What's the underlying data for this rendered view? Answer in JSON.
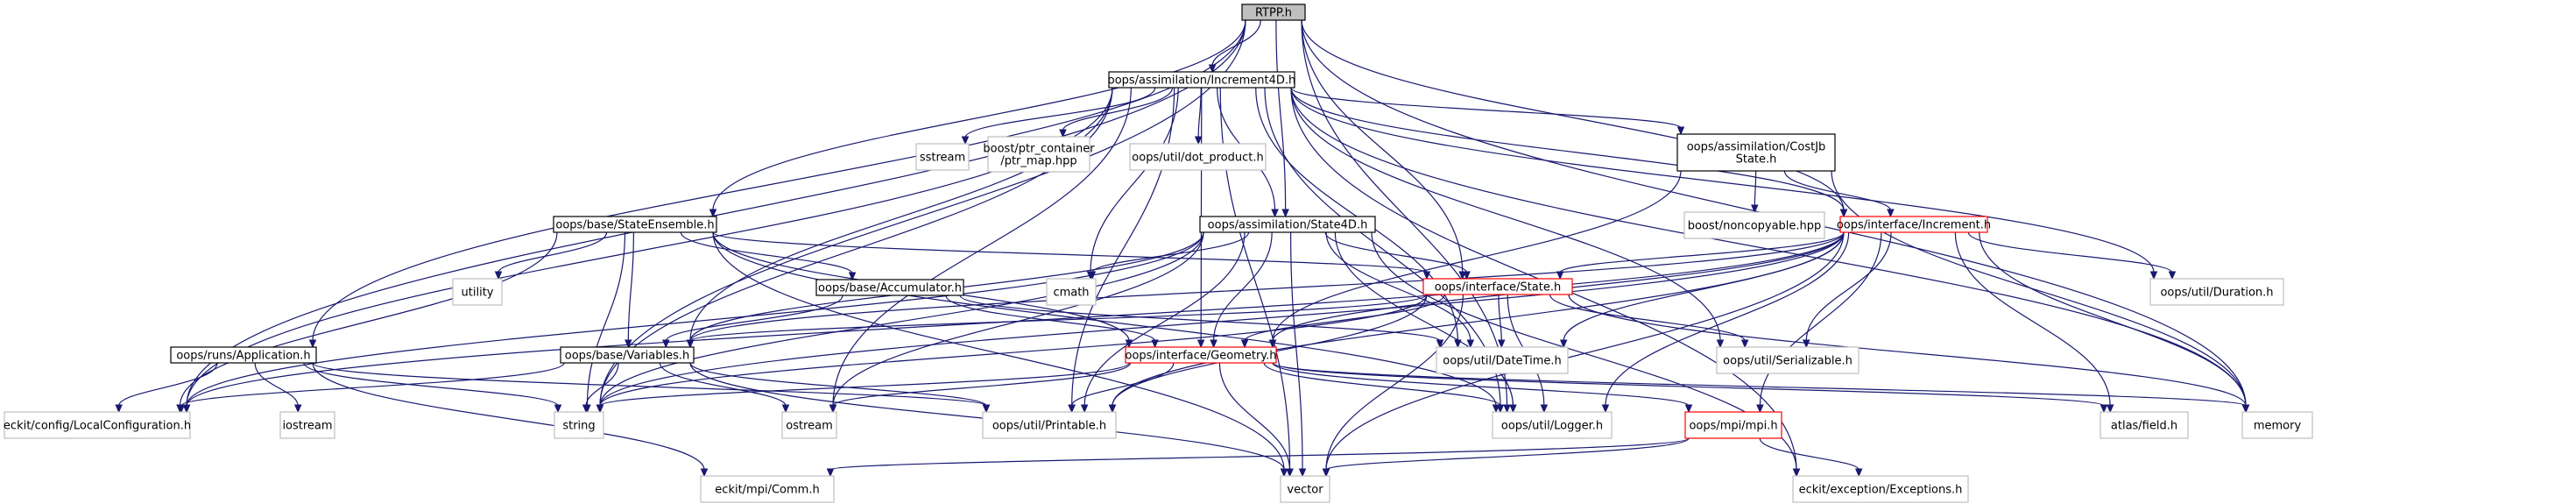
{
  "colors": {
    "edge": "#191970",
    "root_fill": "#bfbfbf",
    "root_stroke": "#000000",
    "defined_stroke": "#000000",
    "external_stroke": "#bfbfbf",
    "truncated_stroke": "#ff0000",
    "text": "#000000"
  },
  "nodes": [
    {
      "id": "rtpp",
      "lines": [
        "RTPP.h"
      ],
      "kind": "root"
    },
    {
      "id": "inc4d",
      "lines": [
        "oops/assimilation/Increment4D.h"
      ],
      "kind": "defined"
    },
    {
      "id": "sstream",
      "lines": [
        "sstream"
      ],
      "kind": "external"
    },
    {
      "id": "ptrmap",
      "lines": [
        "boost/ptr_container",
        "/ptr_map.hpp"
      ],
      "kind": "external"
    },
    {
      "id": "dotprod",
      "lines": [
        "oops/util/dot_product.h"
      ],
      "kind": "external"
    },
    {
      "id": "costjb",
      "lines": [
        "oops/assimilation/CostJb",
        "State.h"
      ],
      "kind": "defined"
    },
    {
      "id": "noncopy",
      "lines": [
        "boost/noncopyable.hpp"
      ],
      "kind": "external"
    },
    {
      "id": "stateens",
      "lines": [
        "oops/base/StateEnsemble.h"
      ],
      "kind": "defined"
    },
    {
      "id": "state4d",
      "lines": [
        "oops/assimilation/State4D.h"
      ],
      "kind": "defined"
    },
    {
      "id": "increment",
      "lines": [
        "oops/interface/Increment.h"
      ],
      "kind": "truncated"
    },
    {
      "id": "utility",
      "lines": [
        "utility"
      ],
      "kind": "external"
    },
    {
      "id": "accum",
      "lines": [
        "oops/base/Accumulator.h"
      ],
      "kind": "defined"
    },
    {
      "id": "cmath",
      "lines": [
        "cmath"
      ],
      "kind": "external"
    },
    {
      "id": "state",
      "lines": [
        "oops/interface/State.h"
      ],
      "kind": "truncated"
    },
    {
      "id": "duration",
      "lines": [
        "oops/util/Duration.h"
      ],
      "kind": "external"
    },
    {
      "id": "variables",
      "lines": [
        "oops/base/Variables.h"
      ],
      "kind": "defined"
    },
    {
      "id": "geometry",
      "lines": [
        "oops/interface/Geometry.h"
      ],
      "kind": "truncated"
    },
    {
      "id": "datetime",
      "lines": [
        "oops/util/DateTime.h"
      ],
      "kind": "external"
    },
    {
      "id": "serial",
      "lines": [
        "oops/util/Serializable.h"
      ],
      "kind": "external"
    },
    {
      "id": "app",
      "lines": [
        "oops/runs/Application.h"
      ],
      "kind": "defined"
    },
    {
      "id": "localconf",
      "lines": [
        "eckit/config/LocalConfiguration.h"
      ],
      "kind": "external"
    },
    {
      "id": "iostream",
      "lines": [
        "iostream"
      ],
      "kind": "external"
    },
    {
      "id": "string",
      "lines": [
        "string"
      ],
      "kind": "external"
    },
    {
      "id": "ostream",
      "lines": [
        "ostream"
      ],
      "kind": "external"
    },
    {
      "id": "printable",
      "lines": [
        "oops/util/Printable.h"
      ],
      "kind": "external"
    },
    {
      "id": "logger",
      "lines": [
        "oops/util/Logger.h"
      ],
      "kind": "external"
    },
    {
      "id": "mpi",
      "lines": [
        "oops/mpi/mpi.h"
      ],
      "kind": "truncated"
    },
    {
      "id": "atlasfield",
      "lines": [
        "atlas/field.h"
      ],
      "kind": "external"
    },
    {
      "id": "memory",
      "lines": [
        "memory"
      ],
      "kind": "external"
    },
    {
      "id": "comm",
      "lines": [
        "eckit/mpi/Comm.h"
      ],
      "kind": "external"
    },
    {
      "id": "vector",
      "lines": [
        "vector"
      ],
      "kind": "external"
    },
    {
      "id": "exceptions",
      "lines": [
        "eckit/exception/Exceptions.h"
      ],
      "kind": "external"
    }
  ],
  "edges": [
    [
      "rtpp",
      "inc4d"
    ],
    [
      "rtpp",
      "stateens"
    ],
    [
      "rtpp",
      "state4d"
    ],
    [
      "rtpp",
      "increment"
    ],
    [
      "rtpp",
      "state"
    ],
    [
      "rtpp",
      "app"
    ],
    [
      "rtpp",
      "localconf"
    ],
    [
      "rtpp",
      "memory"
    ],
    [
      "rtpp",
      "string"
    ],
    [
      "rtpp",
      "logger"
    ],
    [
      "inc4d",
      "sstream"
    ],
    [
      "inc4d",
      "ptrmap"
    ],
    [
      "inc4d",
      "dotprod"
    ],
    [
      "inc4d",
      "costjb"
    ],
    [
      "inc4d",
      "state4d"
    ],
    [
      "inc4d",
      "increment"
    ],
    [
      "inc4d",
      "duration"
    ],
    [
      "inc4d",
      "localconf"
    ],
    [
      "inc4d",
      "variables"
    ],
    [
      "inc4d",
      "geometry"
    ],
    [
      "inc4d",
      "datetime"
    ],
    [
      "inc4d",
      "serial"
    ],
    [
      "inc4d",
      "string"
    ],
    [
      "inc4d",
      "ostream"
    ],
    [
      "inc4d",
      "printable"
    ],
    [
      "inc4d",
      "logger"
    ],
    [
      "inc4d",
      "vector"
    ],
    [
      "inc4d",
      "cmath"
    ],
    [
      "inc4d",
      "memory"
    ],
    [
      "inc4d",
      "exceptions"
    ],
    [
      "costjb",
      "noncopy"
    ],
    [
      "costjb",
      "increment"
    ],
    [
      "costjb",
      "geometry"
    ],
    [
      "costjb",
      "memory"
    ],
    [
      "increment",
      "state"
    ],
    [
      "increment",
      "duration"
    ],
    [
      "increment",
      "geometry"
    ],
    [
      "increment",
      "variables"
    ],
    [
      "increment",
      "datetime"
    ],
    [
      "increment",
      "serial"
    ],
    [
      "increment",
      "logger"
    ],
    [
      "increment",
      "printable"
    ],
    [
      "increment",
      "mpi"
    ],
    [
      "increment",
      "atlasfield"
    ],
    [
      "increment",
      "memory"
    ],
    [
      "increment",
      "vector"
    ],
    [
      "increment",
      "localconf"
    ],
    [
      "increment",
      "string"
    ],
    [
      "stateens",
      "utility"
    ],
    [
      "stateens",
      "accum"
    ],
    [
      "stateens",
      "state"
    ],
    [
      "stateens",
      "variables"
    ],
    [
      "stateens",
      "localconf"
    ],
    [
      "stateens",
      "string"
    ],
    [
      "stateens",
      "vector"
    ],
    [
      "stateens",
      "geometry"
    ],
    [
      "stateens",
      "logger"
    ],
    [
      "state4d",
      "state"
    ],
    [
      "state4d",
      "cmath"
    ],
    [
      "state4d",
      "geometry"
    ],
    [
      "state4d",
      "datetime"
    ],
    [
      "state4d",
      "logger"
    ],
    [
      "state4d",
      "printable"
    ],
    [
      "state4d",
      "ostream"
    ],
    [
      "state4d",
      "string"
    ],
    [
      "state4d",
      "vector"
    ],
    [
      "state4d",
      "exceptions"
    ],
    [
      "state4d",
      "localconf"
    ],
    [
      "state4d",
      "variables"
    ],
    [
      "accum",
      "variables"
    ],
    [
      "accum",
      "geometry"
    ],
    [
      "accum",
      "datetime"
    ],
    [
      "state",
      "geometry"
    ],
    [
      "state",
      "variables"
    ],
    [
      "state",
      "datetime"
    ],
    [
      "state",
      "serial"
    ],
    [
      "state",
      "printable"
    ],
    [
      "state",
      "string"
    ],
    [
      "state",
      "vector"
    ],
    [
      "state",
      "memory"
    ],
    [
      "state",
      "logger"
    ],
    [
      "variables",
      "localconf"
    ],
    [
      "variables",
      "string"
    ],
    [
      "variables",
      "ostream"
    ],
    [
      "variables",
      "printable"
    ],
    [
      "variables",
      "vector"
    ],
    [
      "geometry",
      "ostream"
    ],
    [
      "geometry",
      "string"
    ],
    [
      "geometry",
      "printable"
    ],
    [
      "geometry",
      "logger"
    ],
    [
      "geometry",
      "mpi"
    ],
    [
      "geometry",
      "vector"
    ],
    [
      "geometry",
      "atlasfield"
    ],
    [
      "geometry",
      "memory"
    ],
    [
      "app",
      "localconf"
    ],
    [
      "app",
      "iostream"
    ],
    [
      "app",
      "string"
    ],
    [
      "app",
      "comm"
    ],
    [
      "app",
      "printable"
    ],
    [
      "mpi",
      "comm"
    ],
    [
      "mpi",
      "vector"
    ],
    [
      "mpi",
      "exceptions"
    ]
  ]
}
